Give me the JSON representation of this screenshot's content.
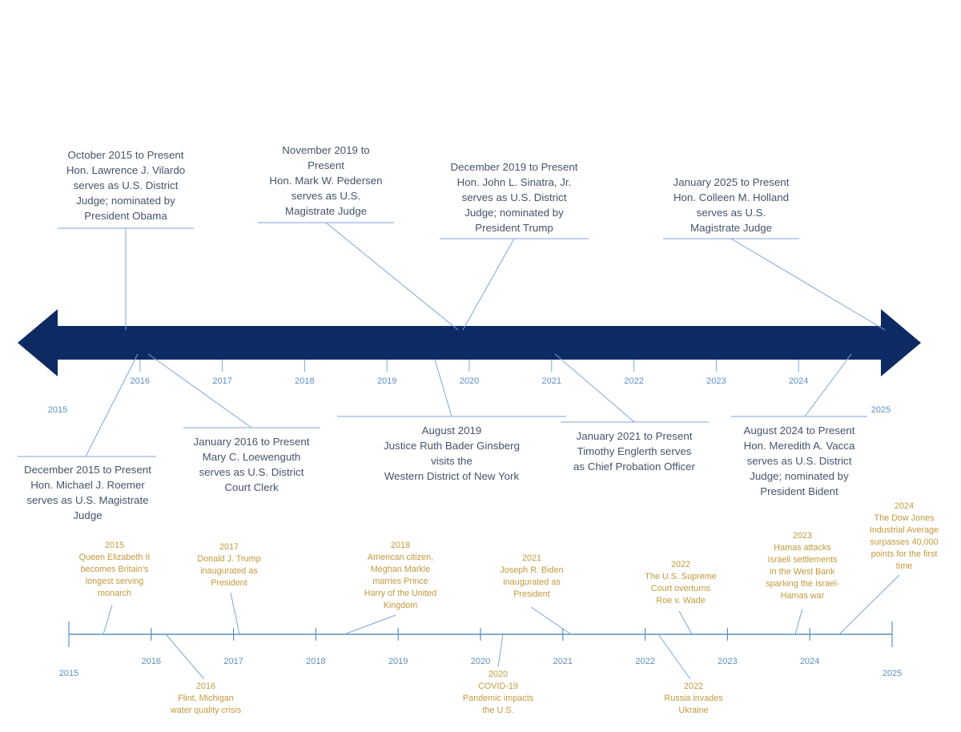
{
  "colors": {
    "arrow": "#0E2A63",
    "court_text": "#44546A",
    "court_connector": "#7EA6D6",
    "world_text": "#C09A3C",
    "axis": "#5B8FC4",
    "year_label": "#5B8FC4"
  },
  "top_timeline": {
    "inner_years": [
      "2016",
      "2017",
      "2018",
      "2019",
      "2020",
      "2021",
      "2022",
      "2023",
      "2024"
    ],
    "start_year": "2015",
    "end_year": "2025",
    "events_above": [
      {
        "id": "vilardo",
        "lines": [
          "October 2015 to Present",
          "Hon. Lawrence J. Vilardo",
          "serves as U.S. District",
          "Judge; nominated by",
          "President Obama"
        ]
      },
      {
        "id": "pedersen",
        "lines": [
          "November 2019 to",
          "Present",
          "Hon. Mark W. Pedersen",
          "serves as U.S.",
          "Magistrate Judge"
        ]
      },
      {
        "id": "sinatra",
        "lines": [
          "December 2019 to Present",
          "Hon. John L. Sinatra, Jr.",
          "serves as U.S. District",
          "Judge; nominated by",
          "President Trump"
        ]
      },
      {
        "id": "holland",
        "lines": [
          "January 2025 to Present",
          "Hon. Colleen M. Holland",
          "serves as U.S.",
          "Magistrate Judge"
        ]
      }
    ],
    "events_below": [
      {
        "id": "roemer",
        "lines": [
          "December 2015 to Present",
          "Hon. Michael J. Roemer",
          "serves as U.S. Magistrate",
          "Judge"
        ]
      },
      {
        "id": "loewenguth",
        "lines": [
          "January 2016 to Present",
          "Mary C. Loewenguth",
          "serves as U.S. District",
          "Court Clerk"
        ]
      },
      {
        "id": "ginsberg",
        "lines": [
          "August 2019",
          "Justice Ruth Bader Ginsberg",
          "visits the",
          "Western District of New York"
        ]
      },
      {
        "id": "englerth",
        "lines": [
          "January 2021 to Present",
          "Timothy Englerth serves",
          "as Chief Probation Officer"
        ]
      },
      {
        "id": "vacca",
        "lines": [
          "August 2024 to Present",
          "Hon. Meredith A. Vacca",
          "serves as U.S. District",
          "Judge; nominated by",
          "President Bident"
        ]
      }
    ]
  },
  "bottom_timeline": {
    "inner_years": [
      "2016",
      "2017",
      "2018",
      "2019",
      "2020",
      "2021",
      "2022",
      "2023",
      "2024"
    ],
    "start_year": "2015",
    "end_year": "2025",
    "events_above": [
      {
        "id": "elizabeth",
        "lines": [
          "2015",
          "Queen Elizabeth II",
          "becomes Britain's",
          "longest serving",
          "monarch"
        ]
      },
      {
        "id": "trump",
        "lines": [
          "2017",
          "Donald J. Trump",
          "inaugurated as",
          "President"
        ]
      },
      {
        "id": "markle",
        "lines": [
          "2018",
          "American citizen,",
          "Meghan Markle",
          "marries Prince",
          "Harry of the United",
          "Kingdom"
        ]
      },
      {
        "id": "biden",
        "lines": [
          "2021",
          "Joseph R. Biden",
          "inaugurated as",
          "President"
        ]
      },
      {
        "id": "roe",
        "lines": [
          "2022",
          "The U.S. Supreme",
          "Court overturns",
          "Roe v. Wade"
        ]
      },
      {
        "id": "hamas",
        "lines": [
          "2023",
          "Hamas attacks",
          "Israeli settlements",
          "in the West Bank",
          "sparking the Israel-",
          "Hamas war"
        ]
      },
      {
        "id": "dow",
        "lines": [
          "2024",
          "The Dow Jones",
          "Industrial Average",
          "surpasses 40,000",
          "points for the first",
          "time"
        ]
      }
    ],
    "events_below": [
      {
        "id": "flint",
        "lines": [
          "2016",
          "Flint, Michigan",
          "water quality crisis"
        ]
      },
      {
        "id": "covid",
        "lines": [
          "2020",
          "COVID-19",
          "Pandemic impacts",
          "the U.S."
        ]
      },
      {
        "id": "ukraine",
        "lines": [
          "2022",
          "Russia invades",
          "Ukraine"
        ]
      }
    ]
  }
}
